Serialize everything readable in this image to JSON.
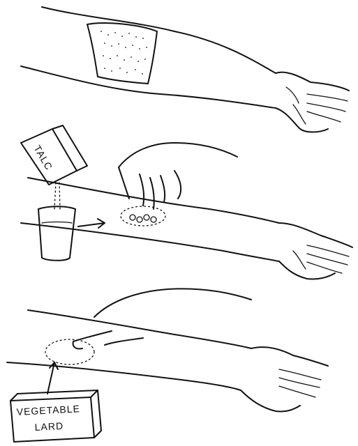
{
  "talc_box": {
    "label": "TALC"
  },
  "lard_box": {
    "line1": "VEGETABLE",
    "line2": "LARD"
  }
}
